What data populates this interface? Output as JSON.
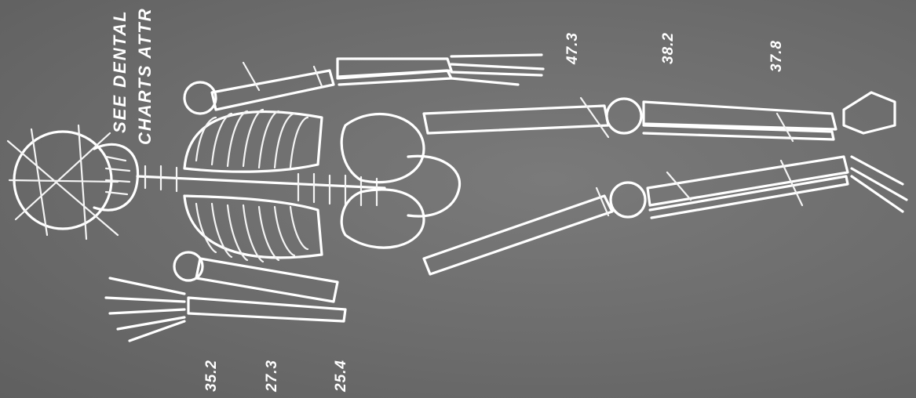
{
  "note": {
    "line1": "SEE DENTAL",
    "line2": "CHARTS ATTR"
  },
  "measurements": {
    "right_side": [
      "47.3",
      "38.2",
      "37.8"
    ],
    "left_side": [
      "35.2",
      "27.3",
      "25.4"
    ]
  }
}
